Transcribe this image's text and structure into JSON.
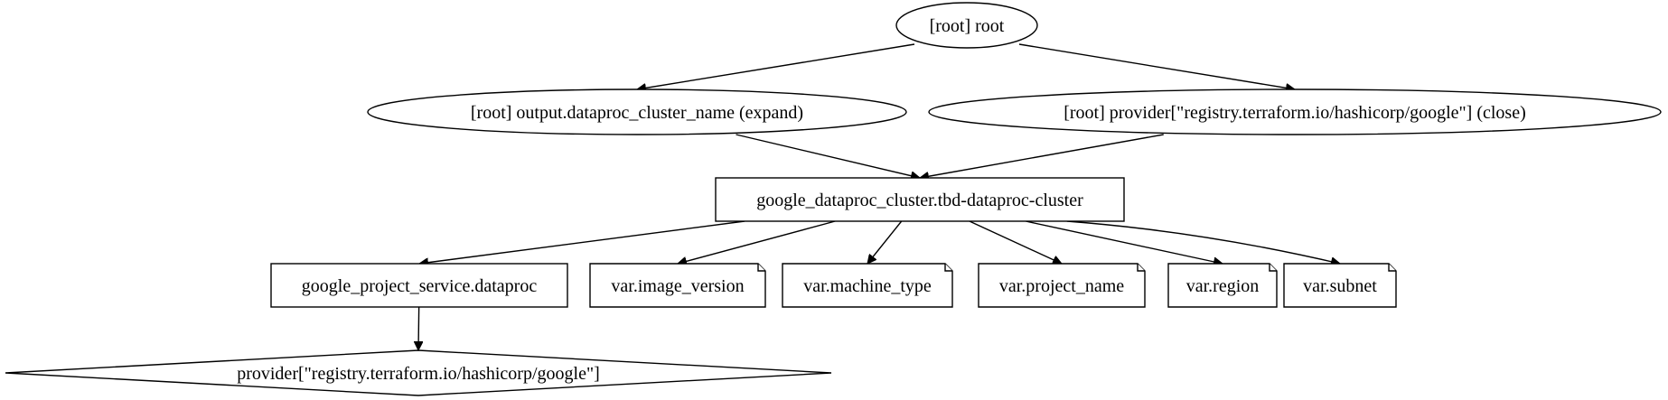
{
  "graph": {
    "nodes": [
      {
        "id": "root",
        "label": "[root] root",
        "shape": "ellipse"
      },
      {
        "id": "output",
        "label": "[root] output.dataproc_cluster_name (expand)",
        "shape": "ellipse"
      },
      {
        "id": "provclose",
        "label": "[root] provider[\"registry.terraform.io/hashicorp/google\"] (close)",
        "shape": "ellipse"
      },
      {
        "id": "cluster",
        "label": "google_dataproc_cluster.tbd-dataproc-cluster",
        "shape": "box"
      },
      {
        "id": "service",
        "label": "google_project_service.dataproc",
        "shape": "box"
      },
      {
        "id": "image_version",
        "label": "var.image_version",
        "shape": "note"
      },
      {
        "id": "machine_type",
        "label": "var.machine_type",
        "shape": "note"
      },
      {
        "id": "project_name",
        "label": "var.project_name",
        "shape": "note"
      },
      {
        "id": "region",
        "label": "var.region",
        "shape": "note"
      },
      {
        "id": "subnet",
        "label": "var.subnet",
        "shape": "note"
      },
      {
        "id": "provider",
        "label": "provider[\"registry.terraform.io/hashicorp/google\"]",
        "shape": "diamond"
      }
    ],
    "edges": [
      {
        "from": "root",
        "to": "output"
      },
      {
        "from": "root",
        "to": "provclose"
      },
      {
        "from": "output",
        "to": "cluster"
      },
      {
        "from": "provclose",
        "to": "cluster"
      },
      {
        "from": "cluster",
        "to": "service"
      },
      {
        "from": "cluster",
        "to": "image_version"
      },
      {
        "from": "cluster",
        "to": "machine_type"
      },
      {
        "from": "cluster",
        "to": "project_name"
      },
      {
        "from": "cluster",
        "to": "region"
      },
      {
        "from": "cluster",
        "to": "subnet"
      },
      {
        "from": "service",
        "to": "provider"
      }
    ]
  }
}
